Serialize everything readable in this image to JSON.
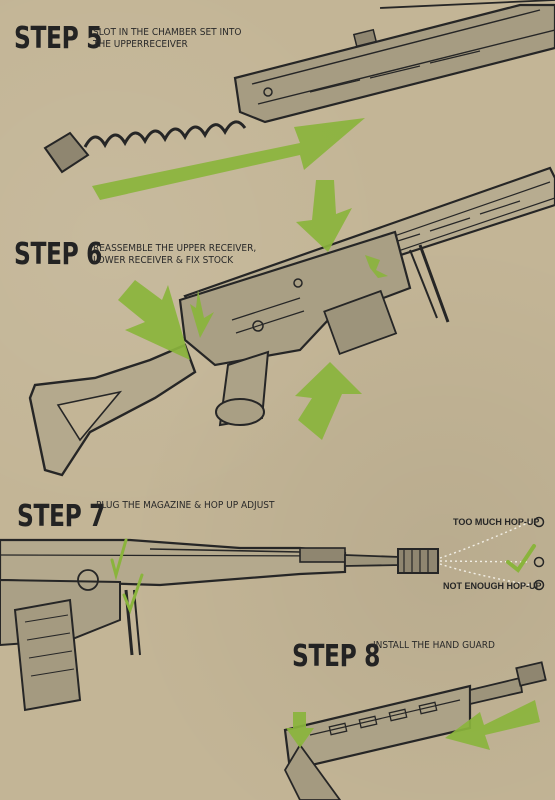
{
  "steps": [
    {
      "number": "STEP 5",
      "description": [
        "SLOT IN THE CHAMBER SET INTO",
        "THE UPPERRECEIVER"
      ]
    },
    {
      "number": "STEP 6",
      "description": [
        "REASSEMBLE THE UPPER RECEIVER,",
        "LOWER RECEIVER & FIX STOCK"
      ]
    },
    {
      "number": "STEP 7",
      "description": [
        "PLUG THE MAGAZINE & HOP UP ADJUST"
      ]
    },
    {
      "number": "STEP 8",
      "description": [
        "INSTALL THE HAND GUARD"
      ]
    }
  ],
  "hop_up": {
    "too_much": "TOO MUCH HOP-UP",
    "not_enough": "NOT ENOUGH HOP-UP"
  },
  "colors": {
    "paper": "#c3b596",
    "ink": "#262626",
    "arrow": "#8ab43c",
    "check": "#8ab43c"
  },
  "icons": [
    "direction-arrow",
    "checkmark-icon",
    "hop-up-target-circle"
  ]
}
